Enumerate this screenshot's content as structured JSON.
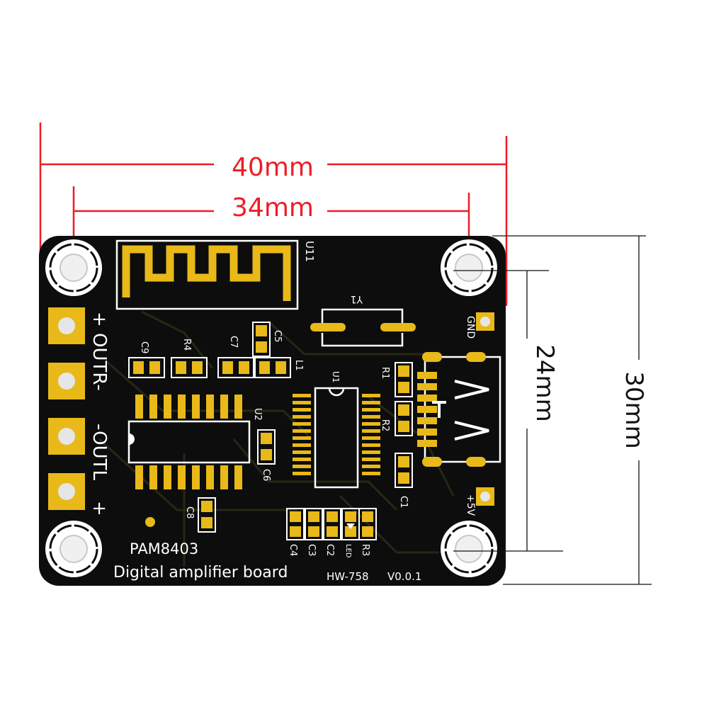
{
  "dimensions": {
    "width_outer": "40mm",
    "width_holes": "34mm",
    "height_outer": "30mm",
    "height_holes": "24mm"
  },
  "board": {
    "chip_name": "PAM8403",
    "description": "Digital amplifier board",
    "model": "HW-758",
    "version": "V0.0.1",
    "antenna_label": "U11",
    "crystal_label": "Y1",
    "pin_labels": {
      "outr_plus": "+",
      "outr": "OUTR-",
      "outl": "-OUTL",
      "outl_plus": "+",
      "gnd": "GND",
      "v5": "+5V"
    },
    "components": {
      "c9": "C9",
      "r4": "R4",
      "c7": "C7",
      "c5": "C5",
      "l1": "L1",
      "u1": "U1",
      "u2": "U2",
      "r1": "R1",
      "r2": "R2",
      "c6": "C6",
      "c8": "C8",
      "c1": "C1",
      "c4": "C4",
      "c3": "C3",
      "c2": "C2",
      "led": "LED",
      "r3": "R3"
    }
  },
  "colors": {
    "dimension_line": "#ee1c25",
    "pcb": "#0d0d0d",
    "pad_gold": "#e8b918",
    "silkscreen": "#ffffff"
  }
}
